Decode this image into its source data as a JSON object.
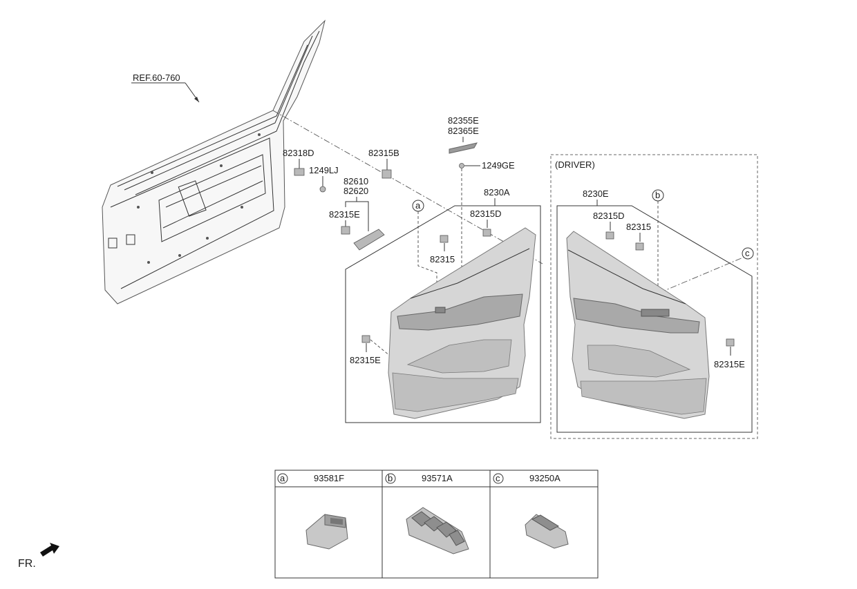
{
  "labels": {
    "ref": "REF.60-760",
    "p82318D": "82318D",
    "p1249LJ": "1249LJ",
    "p82315B": "82315B",
    "p82355E": "82355E",
    "p82365E": "82365E",
    "p1249GE": "1249GE",
    "p82610": "82610",
    "p82620": "82620",
    "p82315E_top": "82315E",
    "p8230A": "8230A",
    "p82315D_left": "82315D",
    "p82315_left": "82315",
    "p82315E_left": "82315E",
    "driver": "(DRIVER)",
    "p8230E": "8230E",
    "p82315D_right": "82315D",
    "p82315_right": "82315",
    "p82315E_right": "82315E",
    "circle_a": "a",
    "circle_b": "b",
    "circle_c": "c",
    "fr": "FR."
  },
  "legend_table": [
    {
      "key": "a",
      "part": "93581F"
    },
    {
      "key": "b",
      "part": "93571A"
    },
    {
      "key": "c",
      "part": "93250A"
    }
  ]
}
